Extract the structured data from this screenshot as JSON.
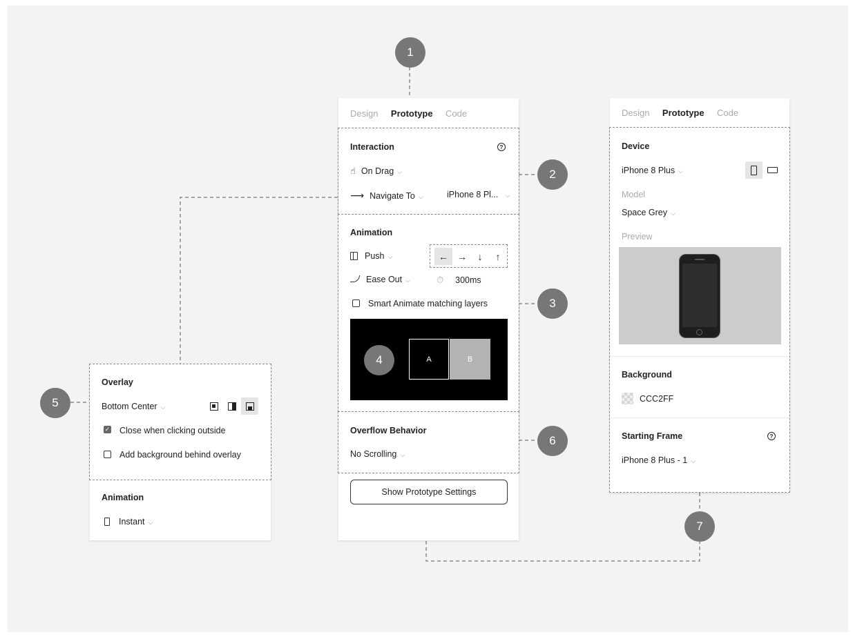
{
  "tabs": {
    "design": "Design",
    "prototype": "Prototype",
    "code": "Code"
  },
  "center": {
    "interaction": {
      "title": "Interaction",
      "help": "?",
      "trigger": "On Drag",
      "action": "Navigate To",
      "destination": "iPhone 8 Pl..."
    },
    "animation": {
      "title": "Animation",
      "type": "Push",
      "directions": [
        "←",
        "→",
        "↓",
        "↑"
      ],
      "easing": "Ease Out",
      "duration": "300ms",
      "smart_animate": "Smart Animate matching layers",
      "preview_a": "A",
      "preview_b": "B"
    },
    "overflow": {
      "title": "Overflow Behavior",
      "value": "No Scrolling"
    },
    "settings_button": "Show Prototype Settings"
  },
  "right": {
    "device": {
      "title": "Device",
      "value": "iPhone 8 Plus"
    },
    "model": {
      "label": "Model",
      "value": "Space Grey"
    },
    "preview_label": "Preview",
    "background": {
      "title": "Background",
      "value": "CCC2FF"
    },
    "starting_frame": {
      "title": "Starting Frame",
      "help": "?",
      "value": "iPhone 8 Plus - 1"
    }
  },
  "left": {
    "overlay": {
      "title": "Overlay",
      "position": "Bottom Center",
      "close_outside": "Close when clicking outside",
      "add_background": "Add background behind overlay"
    },
    "animation": {
      "title": "Animation",
      "value": "Instant"
    }
  },
  "badges": [
    "1",
    "2",
    "3",
    "4",
    "5",
    "6",
    "7"
  ]
}
